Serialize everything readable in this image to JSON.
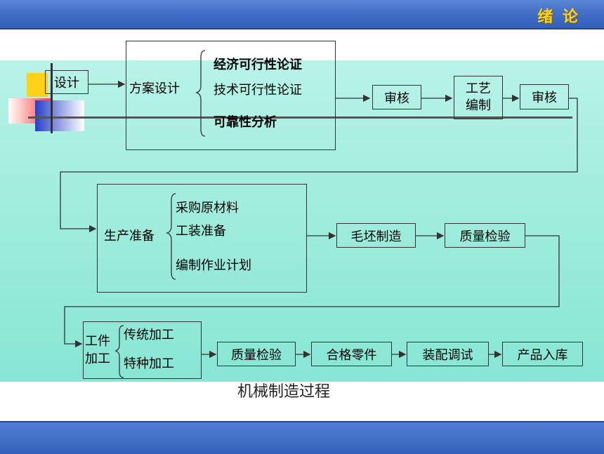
{
  "header": {
    "title": "绪 论"
  },
  "caption": "机械制造过程",
  "colors": {
    "accent": "#3f6cc4",
    "title": "#ffd21a",
    "panel": "#9eecdc"
  },
  "row1": {
    "design": "设计",
    "plan": "方案设计",
    "items": [
      "经济可行性论证",
      "技术可行性论证",
      "可靠性分析"
    ],
    "review1": "审核",
    "process_line1": "工艺",
    "process_line2": "编制",
    "review2": "审核"
  },
  "row2": {
    "prep": "生产准备",
    "items": [
      "采购原材料",
      "工装准备",
      "编制作业计划"
    ],
    "blank": "毛坯制造",
    "inspect": "质量检验"
  },
  "row3": {
    "work_line1": "工件",
    "work_line2": "加工",
    "items": [
      "传统加工",
      "特种加工"
    ],
    "inspect": "质量检验",
    "qualified": "合格零件",
    "assembly": "装配调试",
    "storage": "产品入库"
  }
}
